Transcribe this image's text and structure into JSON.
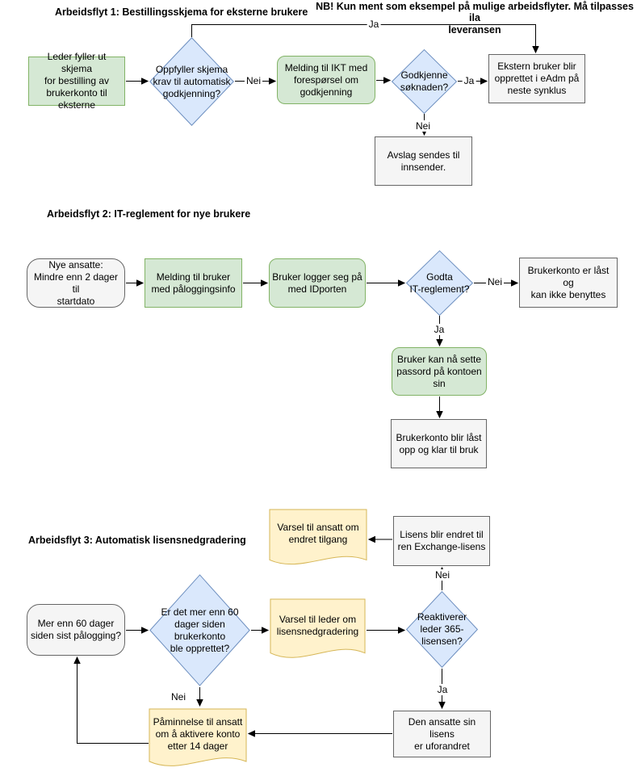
{
  "note": "NB! Kun ment som eksempel på mulige arbeidsflyter. Må tilpasses ila\nleveransen",
  "labels": {
    "ja": "Ja",
    "nei": "Nei"
  },
  "colors": {
    "process_fill": "#d5e8d4",
    "process_border": "#82b366",
    "decision_fill": "#dae8fc",
    "decision_border": "#6c8ebf",
    "terminal_fill": "#f5f5f5",
    "terminal_border": "#666666",
    "document_fill": "#fff2cc",
    "document_border": "#d6b656",
    "connector": "#000000",
    "text": "#000000"
  },
  "flow1": {
    "title": "Arbeidsflyt 1: Bestillingsskjema for eksterne brukere",
    "start": "Leder fyller ut skjema\nfor bestilling av\nbrukerkonto til\neksterne",
    "decision_auto": "Oppfyller skjema\nkrav til automatisk\ngodkjenning?",
    "ikt_request": "Melding til IKT med\nforespørsel om\ngodkjenning",
    "decision_approve": "Godkjenne\nsøknaden?",
    "created": "Ekstern bruker blir\nopprettet i eAdm på\nneste synklus",
    "rejected": "Avslag sendes til\ninnsender."
  },
  "flow2": {
    "title": "Arbeidsflyt 2: IT-reglement for nye brukere",
    "start": "Nye ansatte:\nMindre enn 2 dager til\nstartdato",
    "message": "Melding til bruker\nmed påloggingsinfo",
    "login": "Bruker logger seg på\nmed IDporten",
    "decision_accept": "Godta\nIT-reglement?",
    "locked": "Brukerkonto er låst og\nkan ikke benyttes",
    "password": "Bruker kan nå sette\npassord på kontoen\nsin",
    "unlocked": "Brukerkonto blir låst\nopp og klar til bruk"
  },
  "flow3": {
    "title": "Arbeidsflyt 3: Automatisk lisensnedgradering",
    "notice_employee": "Varsel til ansatt om\nendret tilgang",
    "license_changed": "Lisens blir endret til\nren Exchange-lisens",
    "start": "Mer enn 60 dager\nsiden sist pålogging?",
    "decision_age": "Er det mer enn 60\ndager siden\nbrukerkonto\nble opprettet?",
    "notice_leader": "Varsel til leder om\nlisensnedgradering",
    "decision_reactivate": "Reaktiverer\nleder 365-\nlisensen?",
    "unchanged": "Den ansatte sin lisens\ner uforandret",
    "reminder": "Påminnelse til ansatt\nom å aktivere konto\netter 14 dager"
  }
}
